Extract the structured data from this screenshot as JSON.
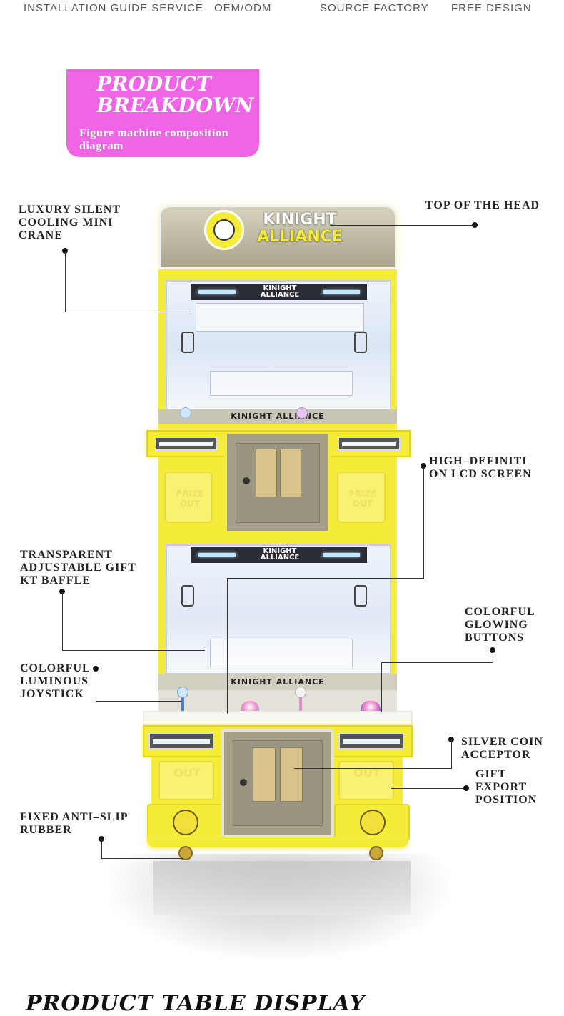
{
  "nav": {
    "item1": "INSTALLATION GUIDE SERVICE",
    "item2": "OEM/ODM",
    "item3": "SOURCE FACTORY",
    "item4": "FREE DESIGN"
  },
  "header": {
    "title_line1": "PRODUCT",
    "title_line2": "BREAKDOWN",
    "subtitle": "Figure machine composition diagram"
  },
  "callouts": {
    "crane": [
      "LUXURY SILENT",
      "COOLING MINI",
      "CRANE"
    ],
    "head": "TOP OF THE HEAD",
    "lcd": [
      "HIGH–DEFINITI",
      "ON LCD SCREEN"
    ],
    "baffle": [
      "TRANSPARENT",
      "ADJUSTABLE GIFT",
      "KT BAFFLE"
    ],
    "buttons": [
      "COLORFUL",
      "GLOWING",
      "BUTTONS"
    ],
    "joystick": [
      "COLORFUL",
      "LUMINOUS",
      "JOYSTICK"
    ],
    "coin": [
      "SILVER COIN",
      "ACCEPTOR"
    ],
    "export": [
      "GIFT",
      "EXPORT",
      "POSITION"
    ],
    "rubber": [
      "FIXED ANTI–SLIP",
      "RUBBER"
    ]
  },
  "machine": {
    "brand_line1": "KINIGHT",
    "brand_line2": "ALLIANCE",
    "strip_brand": "KINIGHT ALLIANCE",
    "prize_out": "PRIZE OUT",
    "out": "OUT"
  },
  "footer": {
    "title": "PRODUCT TABLE DISPLAY"
  },
  "colors": {
    "accent_pink": "#f064e6",
    "machine_yellow": "#f5ec3a",
    "panel_gray": "#a49f86"
  }
}
